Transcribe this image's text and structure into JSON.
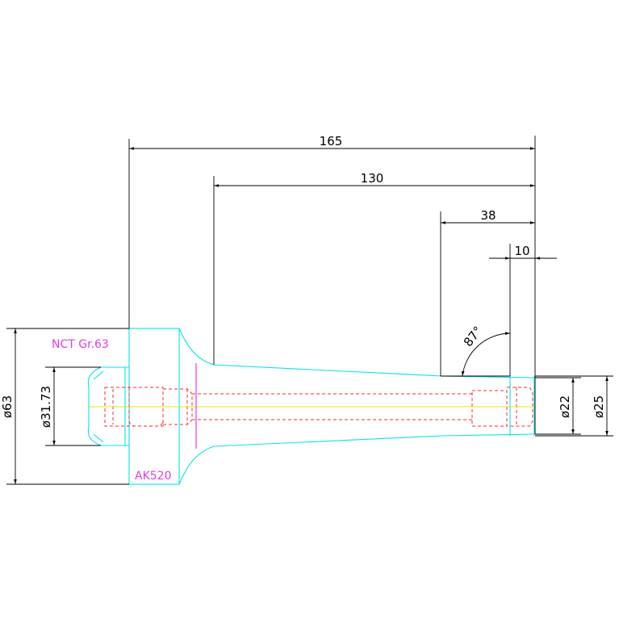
{
  "drawing": {
    "labels": {
      "shank_standard": "NCT Gr.63",
      "body_code": "AK520"
    },
    "dimensions": {
      "overall_length": "165",
      "taper_length": "130",
      "nose_length": "38",
      "tip_length": "10",
      "taper_angle": "87°",
      "flange_diameter": "ø63",
      "shank_diameter": "ø31.73",
      "tip_inner_diameter": "ø22",
      "tip_outer_diameter": "ø25"
    },
    "colors": {
      "outline": "#00e5ee",
      "hidden_lines": "#ff2a2a",
      "centerline": "#e8e800",
      "labels": "#e33be3",
      "dimensions": "#000000",
      "gauge_mark": "#e33be3"
    }
  }
}
